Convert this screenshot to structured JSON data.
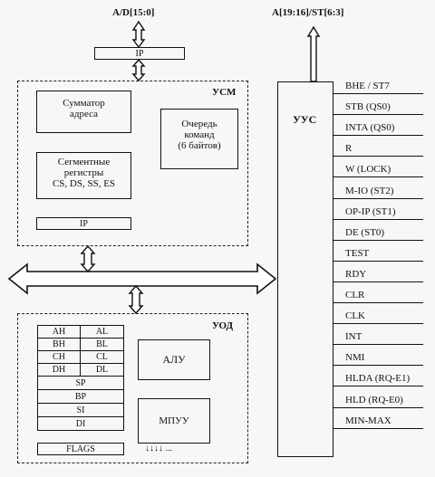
{
  "top_labels": {
    "ad_bus": "A/D[15:0]",
    "addr_st": "A[19:16]/ST[6:3]"
  },
  "ip_top": "IP",
  "usm": {
    "title": "УСМ",
    "adder": [
      "Сумматор",
      "адреса"
    ],
    "queue": [
      "Очередь",
      "команд",
      "(6 байтов)"
    ],
    "seg": [
      "Сегментные",
      "регистры",
      "CS, DS, SS, ES"
    ],
    "ip": "IP"
  },
  "uus": {
    "title": "УУС"
  },
  "uod": {
    "title": "УОД",
    "regs": [
      [
        "AH",
        "AL"
      ],
      [
        "BH",
        "BL"
      ],
      [
        "CH",
        "CL"
      ],
      [
        "DH",
        "DL"
      ]
    ],
    "wide": [
      "SP",
      "BP",
      "SI",
      "DI"
    ],
    "alu": "АЛУ",
    "mpuu": "МПУУ",
    "flags": "FLAGS",
    "dots": "↓↓↓↓ ..."
  },
  "signals": [
    "BHE / ST7",
    "STB (QS0)",
    "INTA (QS0)",
    "R",
    "W (LOCK)",
    "M-IO (ST2)",
    "OP-IP (ST1)",
    "DE (ST0)",
    "TEST",
    "RDY",
    "CLR",
    "CLK",
    "INT",
    "NMI",
    "HLDA (RQ-E1)",
    "HLD (RQ-E0)",
    "MIN-MAX"
  ]
}
